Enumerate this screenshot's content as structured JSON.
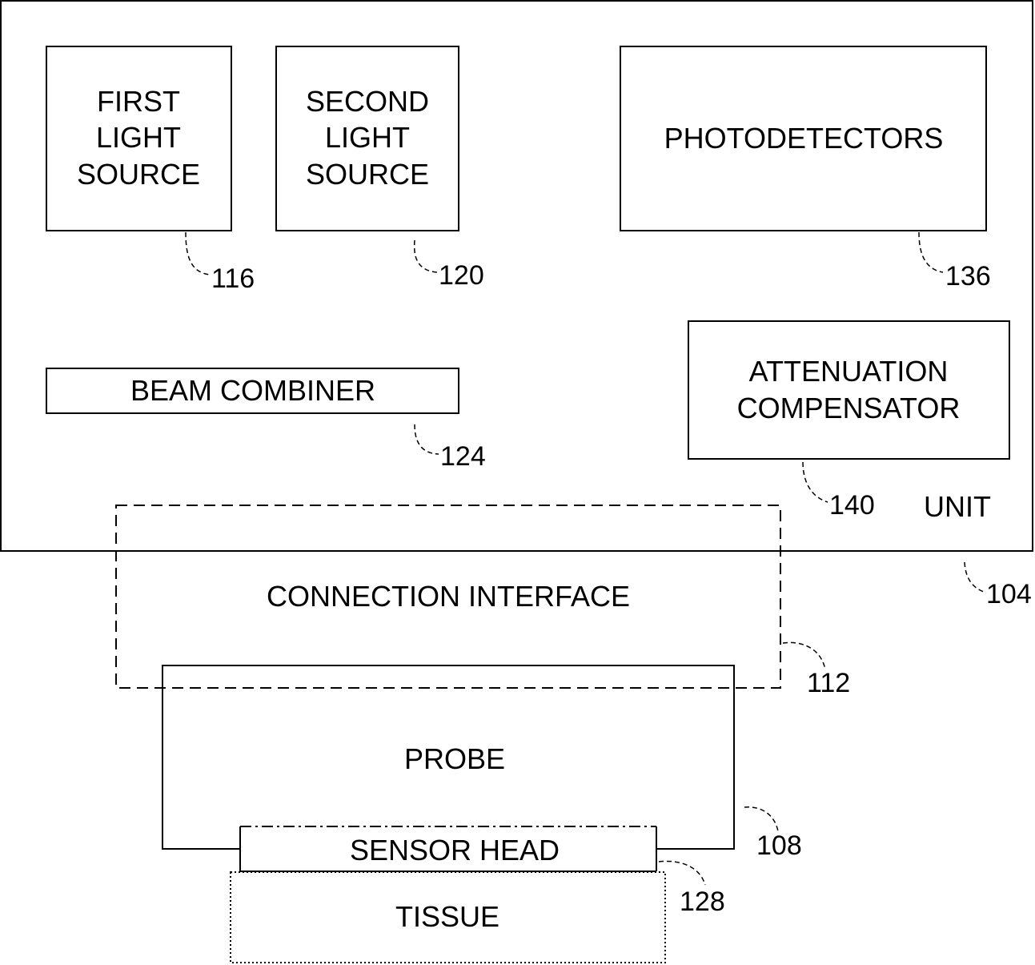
{
  "blocks": {
    "first_light_source": [
      "FIRST",
      "LIGHT",
      "SOURCE"
    ],
    "second_light_source": [
      "SECOND",
      "LIGHT",
      "SOURCE"
    ],
    "photodetectors": "PHOTODETECTORS",
    "beam_combiner": "BEAM COMBINER",
    "attenuation_compensator": [
      "ATTENUATION",
      "COMPENSATOR"
    ],
    "unit": "UNIT",
    "connection_interface": "CONNECTION INTERFACE",
    "probe": "PROBE",
    "sensor_head": "SENSOR HEAD",
    "tissue": "TISSUE"
  },
  "refs": {
    "first_light_source": "116",
    "second_light_source": "120",
    "photodetectors": "136",
    "beam_combiner": "124",
    "attenuation_compensator": "140",
    "unit": "104",
    "connection_interface": "112",
    "probe": "108",
    "sensor_head": "128"
  }
}
